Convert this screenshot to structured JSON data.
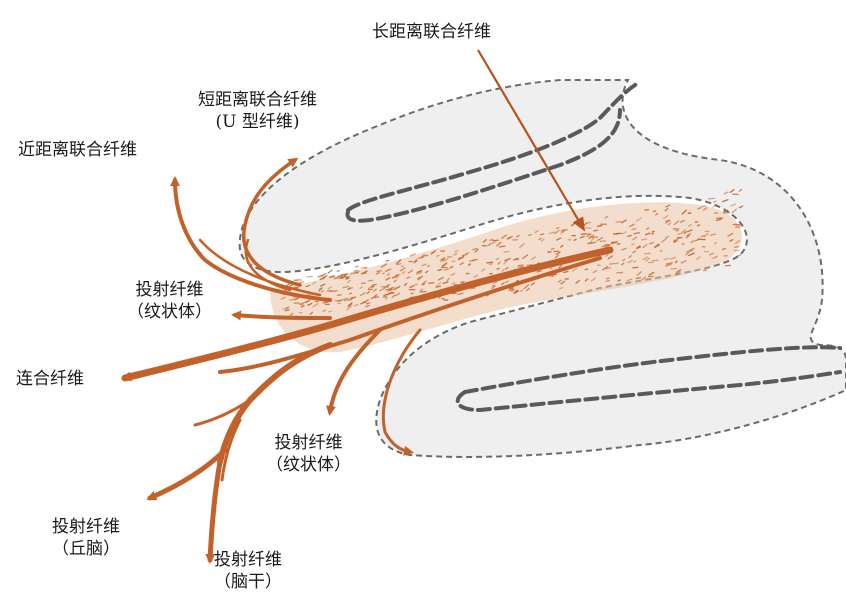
{
  "labels": {
    "long_assoc": "长距离联合纤维",
    "short_assoc_line1": "短距离联合纤维",
    "short_assoc_line2": "(U 型纤维)",
    "near_assoc": "近距离联合纤维",
    "proj_striatum_upper_line1": "投射纤维",
    "proj_striatum_upper_line2": "（纹状体）",
    "commissural": "连合纤维",
    "proj_striatum_lower_line1": "投射纤维",
    "proj_striatum_lower_line2": "（纹状体）",
    "proj_thalamus_line1": "投射纤维",
    "proj_thalamus_line2": "（丘脑）",
    "proj_brainstem_line1": "投射纤维",
    "proj_brainstem_line2": "（脑干）"
  },
  "colors": {
    "fiber": "#c2622a",
    "cortex_fill": "#efefef",
    "cortex_outline": "#6b6b6b"
  }
}
